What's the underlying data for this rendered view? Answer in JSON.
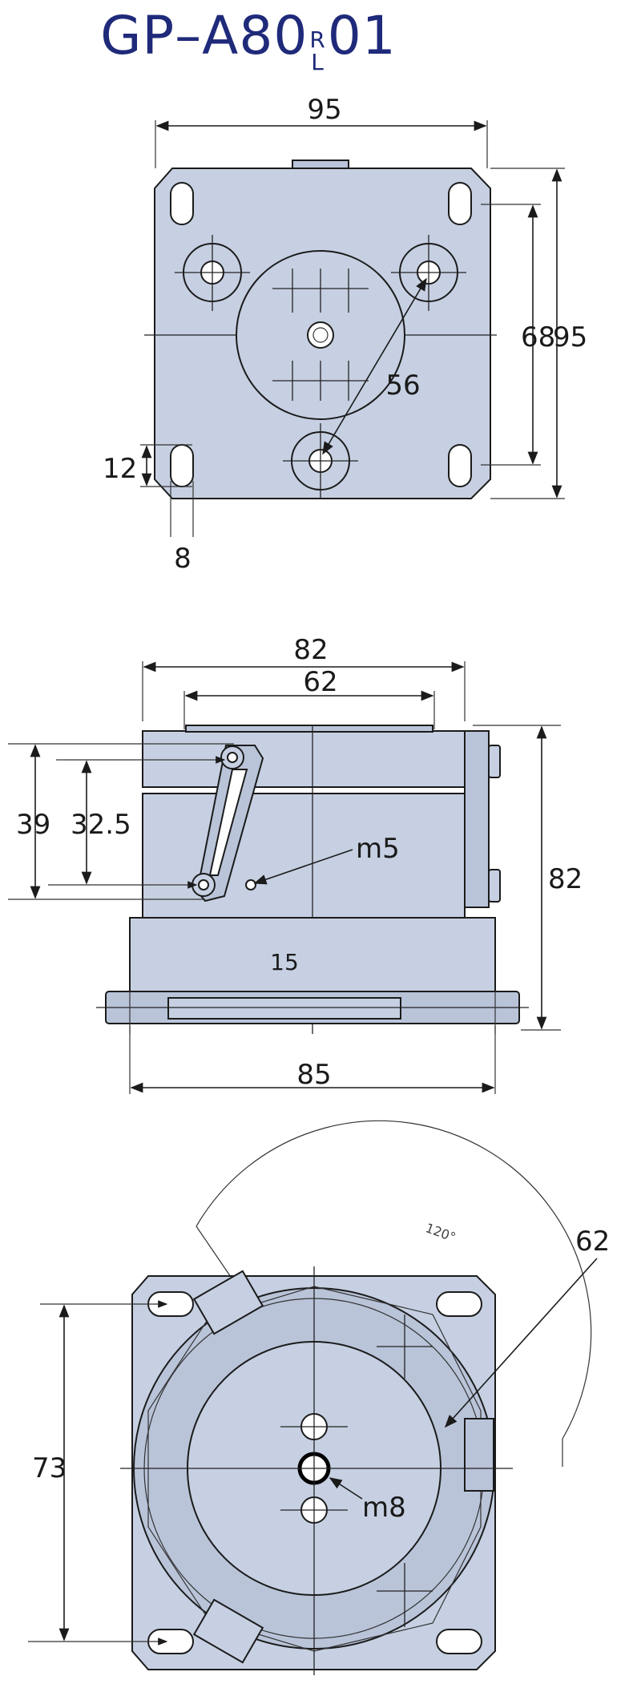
{
  "title": {
    "main_left": "GP–A80",
    "sup_top": "R",
    "sup_bottom": "L",
    "main_right": "01"
  },
  "top_view": {
    "width": "95",
    "height": "95",
    "bolt_spacing": "68",
    "circle_dia": "56",
    "slot_len": "12",
    "slot_w": "8"
  },
  "side_view": {
    "overall": "82",
    "top_width": "62",
    "h1": "39",
    "h2": "32.5",
    "tap": "m5",
    "height": "82",
    "base": "15",
    "base_width": "85"
  },
  "bottom_view": {
    "angle": "120°",
    "dia": "62",
    "span": "73",
    "tap": "m8"
  },
  "colors": {
    "title": "#1f2a7a",
    "plate": "#c6d0e2",
    "outline": "#1b1b1b"
  }
}
